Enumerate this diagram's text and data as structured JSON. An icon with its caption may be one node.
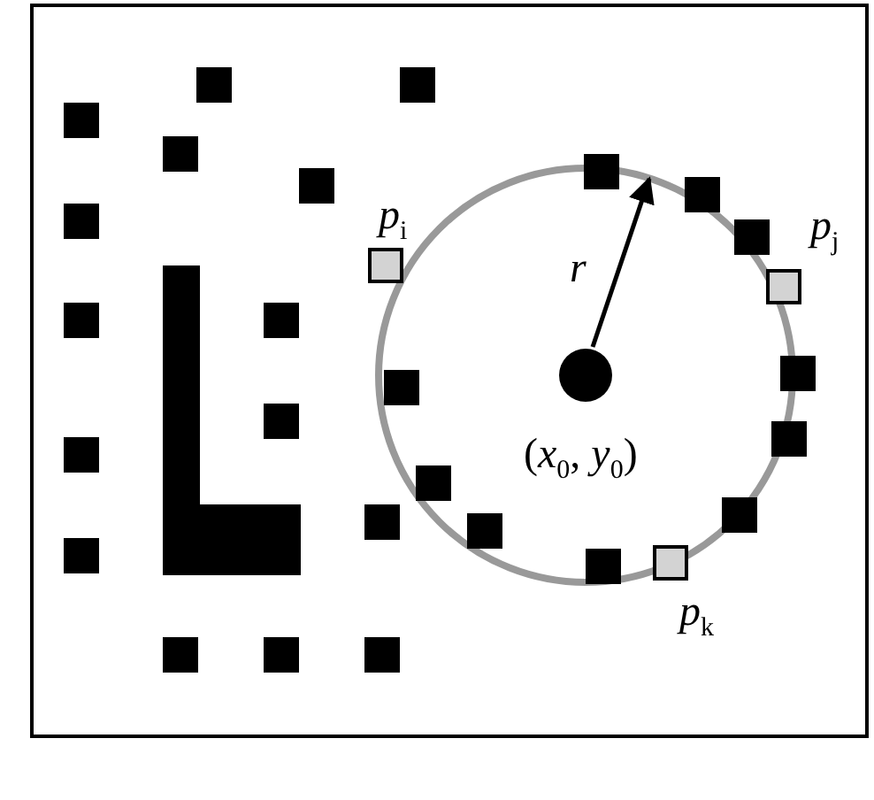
{
  "diagram": {
    "labels": [
      "*p*$_{i}$",
      "*p*$_{j}$",
      "*r*",
      "(*x*$_{0}$, *y*$_{0}$)",
      "*p*$_{k}$"
    ]
  }
}
